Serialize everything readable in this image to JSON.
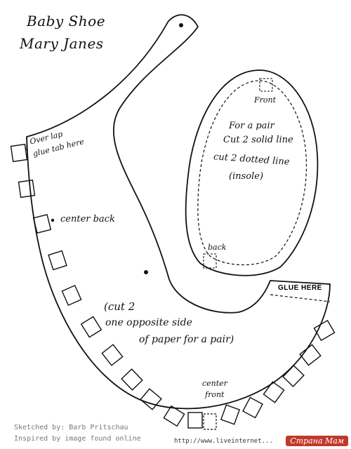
{
  "title": {
    "line1": "Baby Shoe",
    "line2": "Mary Janes"
  },
  "upper": {
    "overlap_line1": "Over lap",
    "overlap_line2": "glue tab here",
    "center_back": "center back",
    "cut_line1": "(cut 2",
    "cut_line2": "one opposite side",
    "cut_line3": "of paper for a pair)",
    "center_front_line1": "center",
    "center_front_line2": "front",
    "glue_here": "GLUE HERE"
  },
  "sole": {
    "front": "Front",
    "back": "back",
    "line1": "For a pair",
    "line2": "Cut 2 solid line",
    "line3": "cut 2 dotted line",
    "line4": "(insole)"
  },
  "credits": {
    "sketched": "Sketched by: Barb Pritschau",
    "inspired": "Inspired by image found online",
    "url": "http://www.liveinternet...",
    "watermark": "Страна Мам"
  },
  "colors": {
    "ink": "#111111",
    "credit_gray": "#777777",
    "watermark_bg": "#c0392b"
  }
}
